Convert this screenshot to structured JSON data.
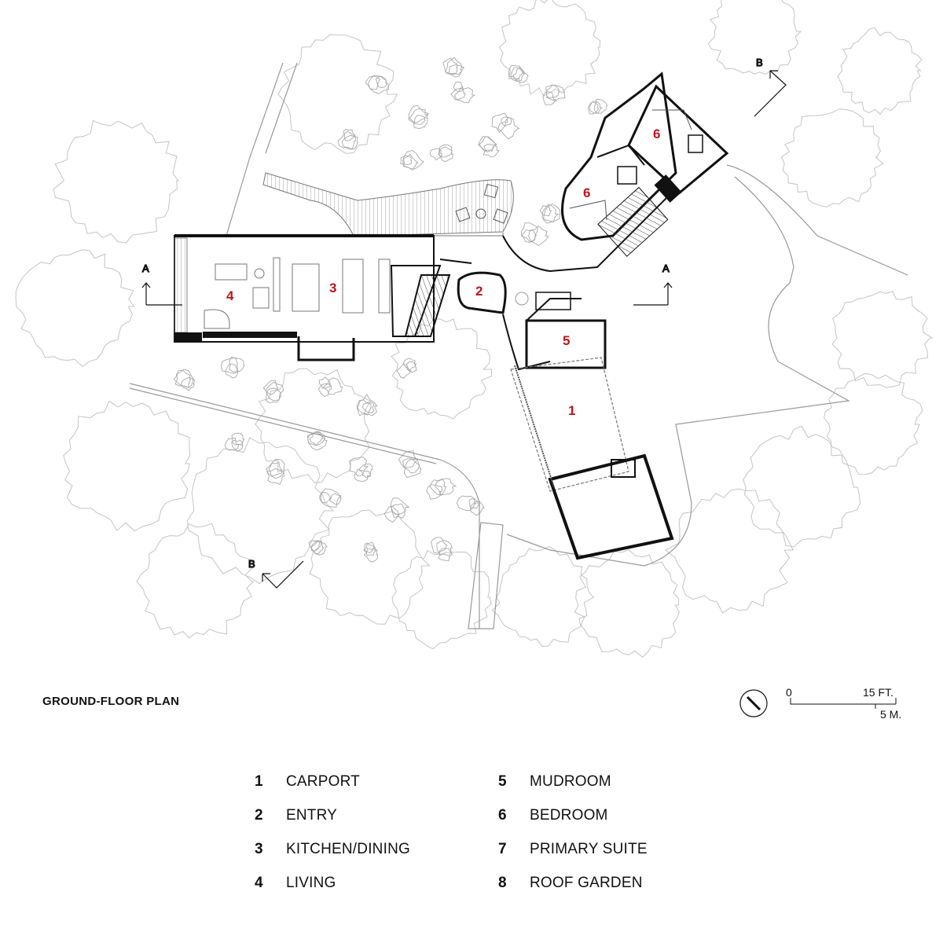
{
  "plan": {
    "title": "GROUND-FLOOR PLAN",
    "room_numbers": [
      "1",
      "2",
      "3",
      "4",
      "5",
      "6",
      "6"
    ],
    "section_markers": [
      "A",
      "A",
      "B",
      "B"
    ]
  },
  "scale": {
    "zero": "0",
    "feet": "15 FT.",
    "meters": "5 M."
  },
  "legend": [
    {
      "num": "1",
      "label": "CARPORT"
    },
    {
      "num": "2",
      "label": "ENTRY"
    },
    {
      "num": "3",
      "label": "KITCHEN/DINING"
    },
    {
      "num": "4",
      "label": "LIVING"
    },
    {
      "num": "5",
      "label": "MUDROOM"
    },
    {
      "num": "6",
      "label": "BEDROOM"
    },
    {
      "num": "7",
      "label": "PRIMARY SUITE"
    },
    {
      "num": "8",
      "label": "ROOF GARDEN"
    }
  ],
  "colors": {
    "room_number": "#c0141c",
    "wall": "#111111",
    "tree_outline": "#bbbbbb"
  }
}
